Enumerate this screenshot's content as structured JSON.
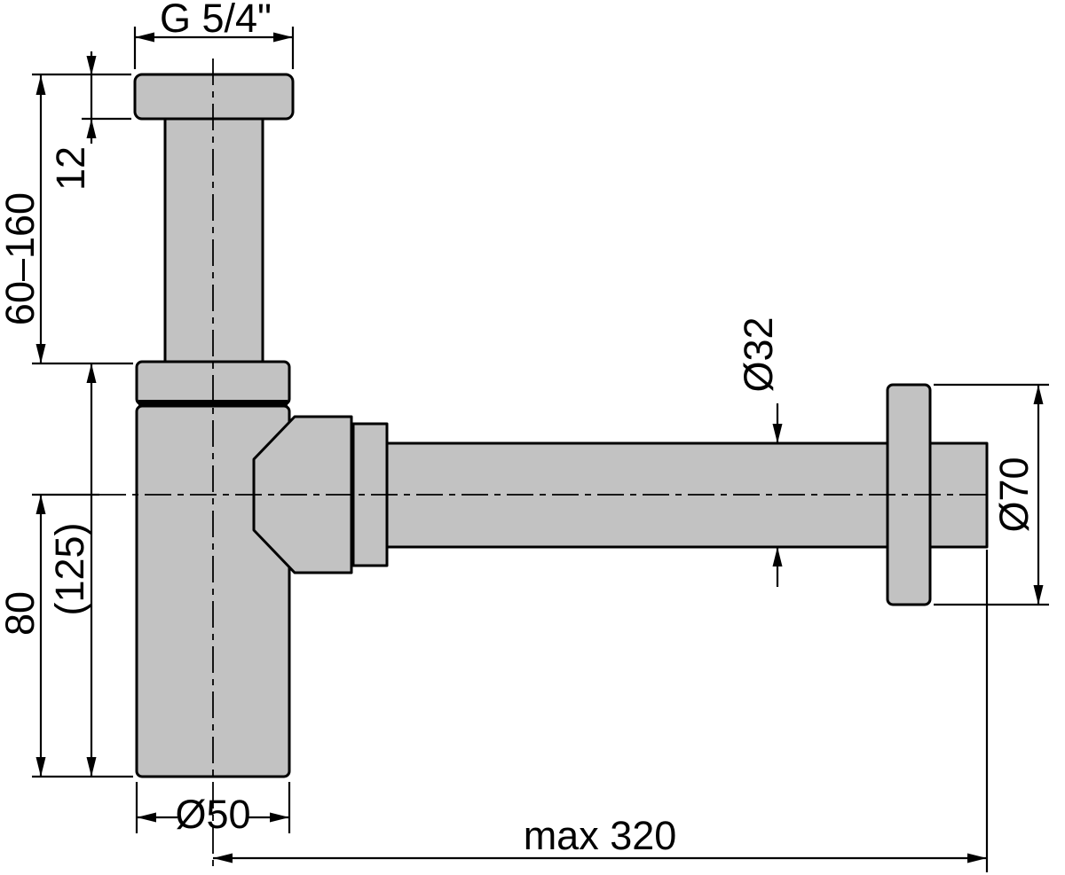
{
  "diagram": {
    "colors": {
      "part_fill": "#c2c2c2",
      "line": "#000000",
      "background": "#ffffff"
    },
    "labels": {
      "thread_size": "G 5/4\"",
      "flange_height": "12",
      "tube_adjust_range": "60–160",
      "body_below_axis": "80",
      "body_total": "(125)",
      "outlet_diameter": "Ø32",
      "rosette_diameter": "Ø70",
      "cup_diameter": "Ø50",
      "max_reach": "max 320"
    }
  }
}
